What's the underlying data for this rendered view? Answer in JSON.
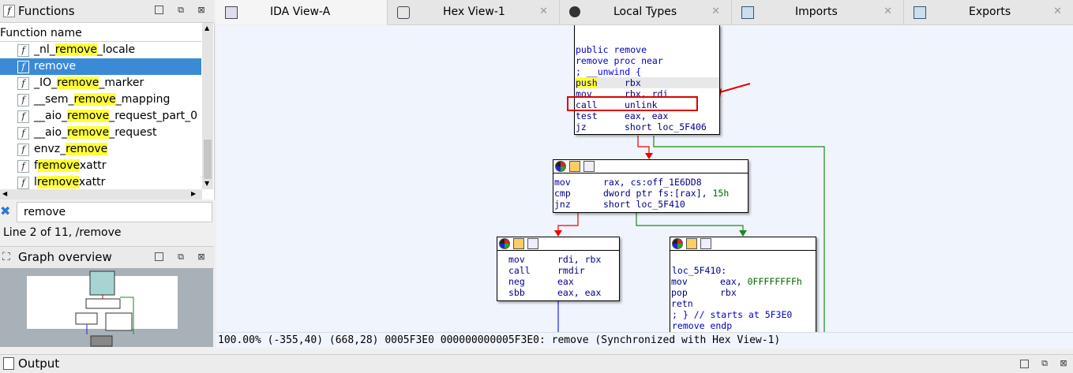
{
  "functions_panel": {
    "title": "Functions",
    "column_header": "Function name",
    "items": [
      {
        "pre": "_nl_",
        "hl": "remove",
        "post": "_locale"
      },
      {
        "pre": "",
        "hl": "remove",
        "post": ""
      },
      {
        "pre": "_IO_",
        "hl": "remove",
        "post": "_marker"
      },
      {
        "pre": "__sem_",
        "hl": "remove",
        "post": "_mapping"
      },
      {
        "pre": "__aio_",
        "hl": "remove",
        "post": "_request_part_0"
      },
      {
        "pre": "__aio_",
        "hl": "remove",
        "post": "_request"
      },
      {
        "pre": "envz_",
        "hl": "remove",
        "post": ""
      },
      {
        "pre": "f",
        "hl": "remove",
        "post": "xattr"
      },
      {
        "pre": "l",
        "hl": "remove",
        "post": "xattr"
      }
    ],
    "selected_index": 1,
    "filter_value": "remove",
    "status": "Line 2 of 11, /remove"
  },
  "graph_overview": {
    "title": "Graph overview"
  },
  "output_panel": {
    "title": "Output"
  },
  "tabs": [
    {
      "label": "IDA View-A",
      "icon": "graph-view-icon",
      "active": true
    },
    {
      "label": "Hex View-1",
      "icon": "hex-view-icon",
      "active": false
    },
    {
      "label": "Local Types",
      "icon": "local-types-icon",
      "active": false
    },
    {
      "label": "Imports",
      "icon": "imports-icon",
      "active": false
    },
    {
      "label": "Exports",
      "icon": "exports-icon",
      "active": false
    }
  ],
  "graph": {
    "node1": {
      "lines": [
        "public remove",
        "remove proc near",
        "; __unwind {"
      ],
      "instructions": [
        {
          "mnem": "push",
          "ops": "rbx"
        },
        {
          "mnem": "mov",
          "ops": "rbx, rdi"
        },
        {
          "mnem": "call",
          "ops": "unlink"
        },
        {
          "mnem": "test",
          "ops": "eax, eax"
        },
        {
          "mnem": "jz",
          "ops": "short loc_5F406"
        }
      ]
    },
    "node2": {
      "instructions": [
        {
          "mnem": "mov",
          "ops": "rax, cs:off_1E6DD8"
        },
        {
          "mnem": "cmp",
          "ops": "dword ptr fs:[rax], ",
          "num": "15h"
        },
        {
          "mnem": "jnz",
          "ops": "short loc_5F410"
        }
      ]
    },
    "node3": {
      "instructions": [
        {
          "mnem": "mov",
          "ops": "rdi, rbx"
        },
        {
          "mnem": "call",
          "ops": "rmdir"
        },
        {
          "mnem": "neg",
          "ops": "eax"
        },
        {
          "mnem": "sbb",
          "ops": "eax, eax"
        }
      ]
    },
    "node4": {
      "label": "loc_5F410:",
      "instructions": [
        {
          "mnem": "mov",
          "ops": "eax, ",
          "num": "0FFFFFFFFh"
        },
        {
          "mnem": "pop",
          "ops": "rbx"
        },
        {
          "mnem": "retn",
          "ops": ""
        }
      ],
      "trailer": [
        "; } // starts at 5F3E0",
        "remove endp"
      ]
    }
  },
  "status_bar": "100.00% (-355,40) (668,28) 0005F3E0 000000000005F3E0: remove (Synchronized with Hex View-1)",
  "colors": {
    "accent_selection": "#3a8ad6",
    "highlight": "#ffff3b",
    "graph_bg": "#f0f4fc",
    "annotation_red": "#e00000",
    "edge_green": "#1a8a1a",
    "edge_blue": "#2222cc"
  }
}
